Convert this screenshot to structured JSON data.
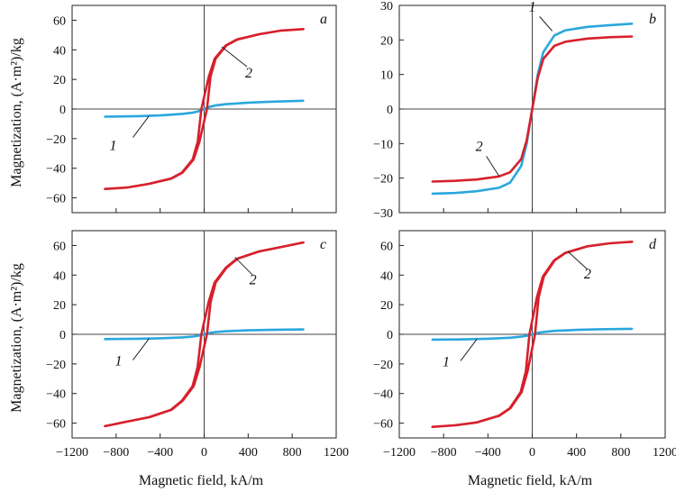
{
  "figure": {
    "ylabel": "Magnetization, (A·m²)/kg",
    "xlabel": "Magnetic field, kA/m"
  },
  "colors": {
    "series_1": "#2aa7dd",
    "series_2": "#d7202c"
  },
  "chart_data": [
    {
      "type": "line",
      "panel_label": "a",
      "xlabel": "",
      "ylabel": "Magnetization, (A·m²)/kg",
      "xlim": [
        -1200,
        1200
      ],
      "ylim": [
        -70,
        70
      ],
      "xticks": [
        -1200,
        -800,
        -400,
        0,
        400,
        800,
        1200
      ],
      "yticks": [
        -60,
        -40,
        -20,
        0,
        20,
        40,
        60
      ],
      "tick_labels_x": [],
      "tick_labels_y": [
        "−60",
        "−40",
        "−20",
        "0",
        "20",
        "40",
        "60"
      ],
      "hysteresis": true,
      "series": [
        {
          "curve_label": "1",
          "color": "#2aa7dd",
          "x": [
            -900,
            -600,
            -400,
            -200,
            -100,
            -50,
            0,
            50,
            100,
            200,
            400,
            600,
            900
          ],
          "y": [
            -5.2,
            -4.8,
            -4.3,
            -3.3,
            -2.4,
            -1.5,
            0,
            1.5,
            2.4,
            3.3,
            4.3,
            4.9,
            5.6
          ]
        },
        {
          "curve_label": "2",
          "color": "#d7202c",
          "x": [
            -900,
            -700,
            -500,
            -300,
            -200,
            -100,
            -50,
            0,
            50,
            100,
            200,
            300,
            500,
            700,
            900
          ],
          "y": [
            -54,
            -53,
            -50.5,
            -47,
            -43,
            -34,
            -22,
            0,
            22,
            34,
            43,
            47,
            50.5,
            53,
            54
          ]
        }
      ]
    },
    {
      "type": "line",
      "panel_label": "b",
      "xlabel": "",
      "ylabel": "",
      "xlim": [
        -1200,
        1200
      ],
      "ylim": [
        -30,
        30
      ],
      "xticks": [
        -1200,
        -800,
        -400,
        0,
        400,
        800,
        1200
      ],
      "yticks": [
        -30,
        -20,
        -10,
        0,
        10,
        20,
        30
      ],
      "tick_labels_x": [],
      "tick_labels_y": [
        "−30",
        "−20",
        "−10",
        "0",
        "10",
        "20",
        "30"
      ],
      "hysteresis": false,
      "series": [
        {
          "curve_label": "1",
          "color": "#2aa7dd",
          "x": [
            -900,
            -700,
            -500,
            -300,
            -200,
            -100,
            -50,
            0,
            50,
            100,
            200,
            300,
            500,
            700,
            900
          ],
          "y": [
            -24.5,
            -24.3,
            -23.8,
            -22.8,
            -21.3,
            -16.5,
            -10,
            0,
            10,
            16.5,
            21.3,
            22.8,
            23.8,
            24.3,
            24.7
          ]
        },
        {
          "curve_label": "2",
          "color": "#d7202c",
          "x": [
            -900,
            -700,
            -500,
            -300,
            -200,
            -100,
            -50,
            0,
            50,
            100,
            200,
            300,
            500,
            700,
            900
          ],
          "y": [
            -21,
            -20.8,
            -20.4,
            -19.5,
            -18.3,
            -14.5,
            -9,
            0,
            9,
            14.5,
            18.3,
            19.5,
            20.4,
            20.8,
            21
          ]
        }
      ]
    },
    {
      "type": "line",
      "panel_label": "c",
      "xlabel": "Magnetic field, kA/m",
      "ylabel": "Magnetization, (A·m²)/kg",
      "xlim": [
        -1200,
        1200
      ],
      "ylim": [
        -70,
        70
      ],
      "xticks": [
        -1200,
        -800,
        -400,
        0,
        400,
        800,
        1200
      ],
      "yticks": [
        -60,
        -40,
        -20,
        0,
        20,
        40,
        60
      ],
      "tick_labels_x": [
        "−1200",
        "−800",
        "−400",
        "0",
        "400",
        "800",
        "1200"
      ],
      "tick_labels_y": [
        "−60",
        "−40",
        "−20",
        "0",
        "20",
        "40",
        "60"
      ],
      "hysteresis": true,
      "series": [
        {
          "curve_label": "1",
          "color": "#2aa7dd",
          "x": [
            -900,
            -600,
            -400,
            -200,
            -100,
            -50,
            0,
            50,
            100,
            200,
            400,
            600,
            900
          ],
          "y": [
            -3.2,
            -3.0,
            -2.7,
            -2.1,
            -1.5,
            -0.9,
            0,
            0.9,
            1.5,
            2.1,
            2.7,
            3.0,
            3.3
          ]
        },
        {
          "curve_label": "2",
          "color": "#d7202c",
          "x": [
            -900,
            -700,
            -500,
            -300,
            -200,
            -100,
            -50,
            0,
            50,
            100,
            200,
            300,
            500,
            700,
            900
          ],
          "y": [
            -62,
            -59,
            -56,
            -51,
            -45,
            -35,
            -22,
            0,
            22,
            35,
            45,
            51,
            56,
            59,
            62
          ]
        }
      ]
    },
    {
      "type": "line",
      "panel_label": "d",
      "xlabel": "Magnetic field, kA/m",
      "ylabel": "",
      "xlim": [
        -1200,
        1200
      ],
      "ylim": [
        -70,
        70
      ],
      "xticks": [
        -1200,
        -800,
        -400,
        0,
        400,
        800,
        1200
      ],
      "yticks": [
        -60,
        -40,
        -20,
        0,
        20,
        40,
        60
      ],
      "tick_labels_x": [
        "−1200",
        "−800",
        "−400",
        "0",
        "400",
        "800",
        "1200"
      ],
      "tick_labels_y": [
        "−60",
        "−40",
        "−20",
        "0",
        "20",
        "40",
        "60"
      ],
      "hysteresis": true,
      "series": [
        {
          "curve_label": "1",
          "color": "#2aa7dd",
          "x": [
            -900,
            -600,
            -400,
            -200,
            -100,
            -50,
            0,
            50,
            100,
            200,
            400,
            600,
            900
          ],
          "y": [
            -3.6,
            -3.4,
            -3.0,
            -2.3,
            -1.6,
            -1.0,
            0,
            1.0,
            1.6,
            2.3,
            3.0,
            3.4,
            3.7
          ]
        },
        {
          "curve_label": "2",
          "color": "#d7202c",
          "x": [
            -900,
            -700,
            -500,
            -300,
            -200,
            -100,
            -50,
            0,
            50,
            100,
            200,
            300,
            500,
            700,
            900
          ],
          "y": [
            -62.5,
            -61.5,
            -59.5,
            -55,
            -50,
            -39,
            -25,
            0,
            25,
            39,
            50,
            55,
            59.5,
            61.5,
            62.5
          ]
        }
      ]
    }
  ]
}
